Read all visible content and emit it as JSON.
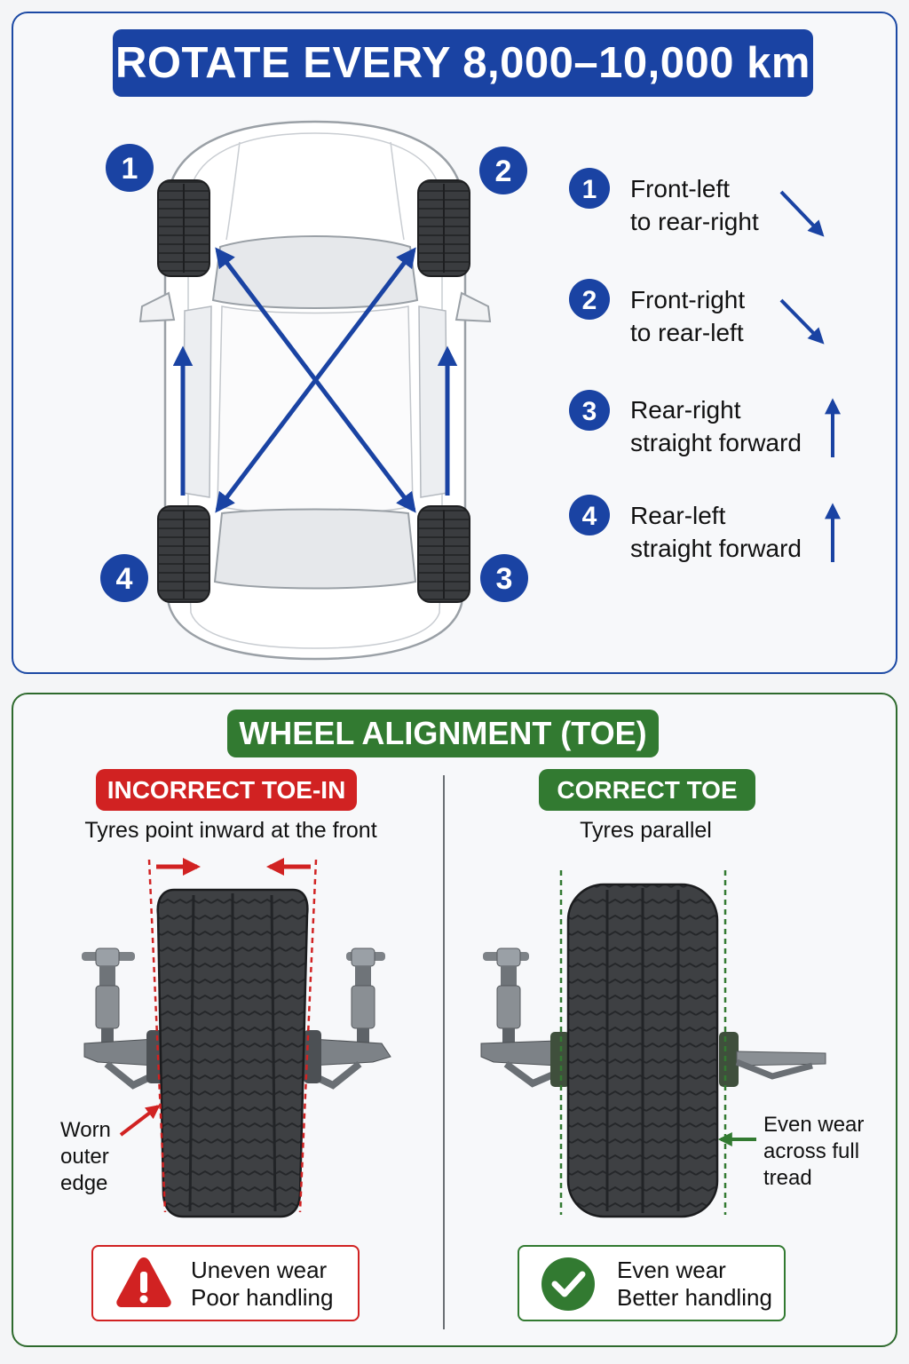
{
  "rotation": {
    "banner": "ROTATE EVERY 8,000–10,000 km",
    "wheel_numbers": [
      "1",
      "2",
      "3",
      "4"
    ],
    "steps": [
      {
        "number": "1",
        "line1": "Front-left",
        "line2": "to rear-right",
        "arrow": "diagonal-down-right"
      },
      {
        "number": "2",
        "line1": "Front-right",
        "line2": "to rear-left",
        "arrow": "diagonal-down-right"
      },
      {
        "number": "3",
        "line1": "Rear-right",
        "line2": "straight forward",
        "arrow": "up"
      },
      {
        "number": "4",
        "line1": "Rear-left",
        "line2": "straight forward",
        "arrow": "up"
      }
    ]
  },
  "alignment": {
    "banner": "WHEEL ALIGNMENT (TOE)",
    "incorrect": {
      "title": "INCORRECT TOE-IN",
      "description": "Tyres point inward at the front",
      "note": [
        "Worn",
        "outer",
        "edge"
      ],
      "result": [
        "Uneven wear",
        "Poor handling"
      ],
      "result_icon": "warning-icon"
    },
    "correct": {
      "title": "CORRECT TOE",
      "description": "Tyres parallel",
      "note": [
        "Even wear",
        "across full",
        "tread"
      ],
      "result": [
        "Even wear",
        "Better handling"
      ],
      "result_icon": "check-icon"
    }
  },
  "colors": {
    "blue": "#1a43a3",
    "green": "#327a31",
    "red": "#d12222"
  }
}
